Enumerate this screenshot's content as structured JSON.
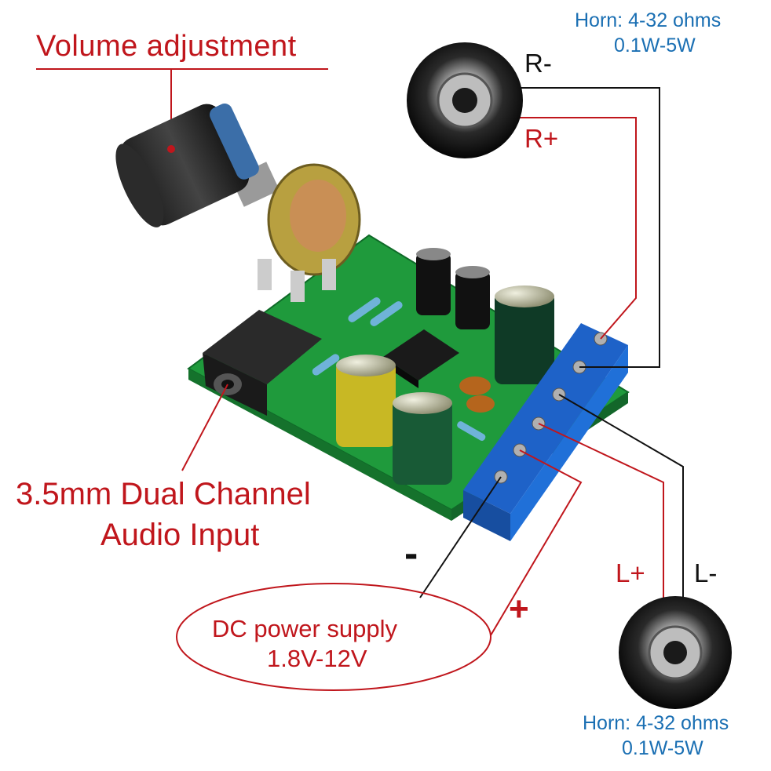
{
  "labels": {
    "volume": "Volume adjustment",
    "horn_top_spec": "Horn: 4-32 ohms",
    "horn_top_power": "0.1W-5W",
    "horn_bottom_spec": "Horn: 4-32 ohms",
    "horn_bottom_power": "0.1W-5W",
    "r_minus": "R-",
    "r_plus": "R+",
    "l_plus": "L+",
    "l_minus": "L-",
    "input_line1": "3.5mm Dual Channel",
    "input_line2": "Audio Input",
    "supply_minus": "-",
    "supply_plus": "+",
    "supply_line1": "DC power supply",
    "supply_line2": "1.8V-12V"
  },
  "colors": {
    "wire_red": "#c0161c",
    "wire_black": "#111111",
    "pcb_green": "#1f9a3c",
    "terminal_blue": "#1e62c8",
    "label_blue": "#1a6fb3"
  },
  "icons": [
    "speaker-icon",
    "potentiometer-knob",
    "audio-jack",
    "screw-terminal-block"
  ]
}
